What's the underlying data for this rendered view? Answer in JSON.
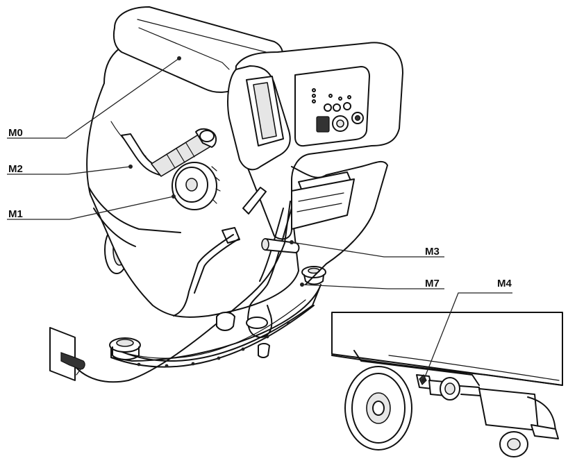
{
  "callouts": [
    {
      "id": "m0",
      "label": "M0"
    },
    {
      "id": "m2",
      "label": "M2"
    },
    {
      "id": "m1",
      "label": "M1"
    },
    {
      "id": "m3",
      "label": "M3"
    },
    {
      "id": "m7",
      "label": "M7"
    },
    {
      "id": "m4",
      "label": "M4"
    }
  ]
}
